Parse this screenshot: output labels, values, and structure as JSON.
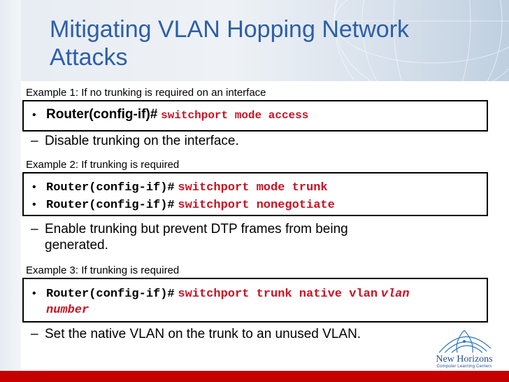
{
  "title": {
    "line1": "Mitigating VLAN Hopping Network",
    "line2": "Attacks"
  },
  "examples": [
    {
      "label": "Example 1: If no trunking is required on an interface",
      "commands": [
        {
          "prompt": "Router(config-if)#",
          "keyword": "switchport mode access"
        }
      ],
      "description": "Disable trunking on the interface."
    },
    {
      "label": "Example 2: If trunking is required",
      "commands": [
        {
          "prompt": "Router(config-if)#",
          "keyword": "switchport mode trunk"
        },
        {
          "prompt": "Router(config-if)#",
          "keyword": "switchport nonegotiate"
        }
      ],
      "description_line1": "Enable trunking but prevent DTP frames from being",
      "description_line2": "generated."
    },
    {
      "label": "Example 3: If trunking is required",
      "commands": [
        {
          "prompt": "Router(config-if)#",
          "keyword": "switchport trunk native vlan",
          "arg_line1": "vlan",
          "arg_line2": "number"
        }
      ],
      "description": "Set the native VLAN on the trunk to an unused VLAN."
    }
  ],
  "logo": {
    "brand": "New Horizons",
    "tagline": "Computer Learning Centers",
    "icon": "globe-logo-icon"
  },
  "colors": {
    "title": "#2d5fa8",
    "keyword": "#cc1122",
    "accent_rule": "#c40000"
  }
}
